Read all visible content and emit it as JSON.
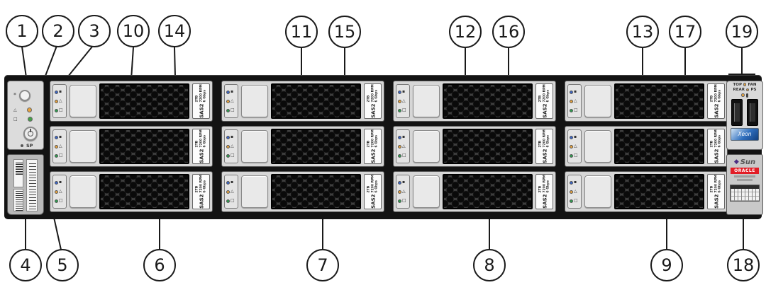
{
  "callouts": {
    "top": [
      "1",
      "2",
      "3",
      "10",
      "14",
      "11",
      "15",
      "12",
      "16",
      "13",
      "17",
      "19"
    ],
    "bottom": [
      "4",
      "5",
      "6",
      "7",
      "8",
      "9",
      "18"
    ]
  },
  "control_panel": {
    "sp_label": "SP"
  },
  "drive": {
    "model": "SAS2",
    "capacity": "2TB",
    "speed": "7200 RPM",
    "interface": "6 Gbps"
  },
  "icons": {
    "ready_to_remove_glyph": "▪",
    "service_glyph": "△",
    "ok_glyph": "□",
    "locate_glyph": "*",
    "sun_diamond": "◆"
  },
  "right_panel": {
    "top": "TOP",
    "fan": "FAN",
    "rear": "REAR",
    "ps": "PS",
    "xeon": "Xeon",
    "sun": "Sun",
    "oracle": "ORACLE"
  },
  "colors": {
    "led_amber": "#e8a33d",
    "led_green": "#43a047",
    "led_blue": "#3b66c9",
    "oracle_red": "#e21d26",
    "chassis_dark": "#131313"
  }
}
